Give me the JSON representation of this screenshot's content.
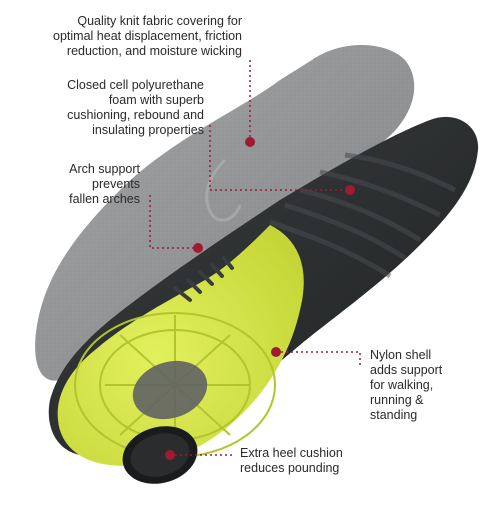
{
  "callouts": [
    {
      "id": "fabric",
      "lines": [
        "Quality knit fabric covering for",
        "optimal heat displacement, friction",
        "reduction, and moisture wicking"
      ]
    },
    {
      "id": "foam",
      "lines": [
        "Closed cell polyurethane",
        "foam with superb",
        "cushioning, rebound and",
        "insulating properties"
      ]
    },
    {
      "id": "arch",
      "lines": [
        "Arch support",
        "prevents",
        "fallen arches"
      ]
    },
    {
      "id": "nylon",
      "lines": [
        "Nylon shell",
        "adds support",
        "for walking,",
        "running &",
        "standing"
      ]
    },
    {
      "id": "heel",
      "lines": [
        "Extra heel cushion",
        "reduces pounding"
      ]
    }
  ],
  "colors": {
    "fabric_gray": "#8f9193",
    "foam_black": "#2e3132",
    "shell_yellow": "#d7e84a",
    "callout_red": "#9e1b32",
    "text": "#2a2a2a"
  }
}
